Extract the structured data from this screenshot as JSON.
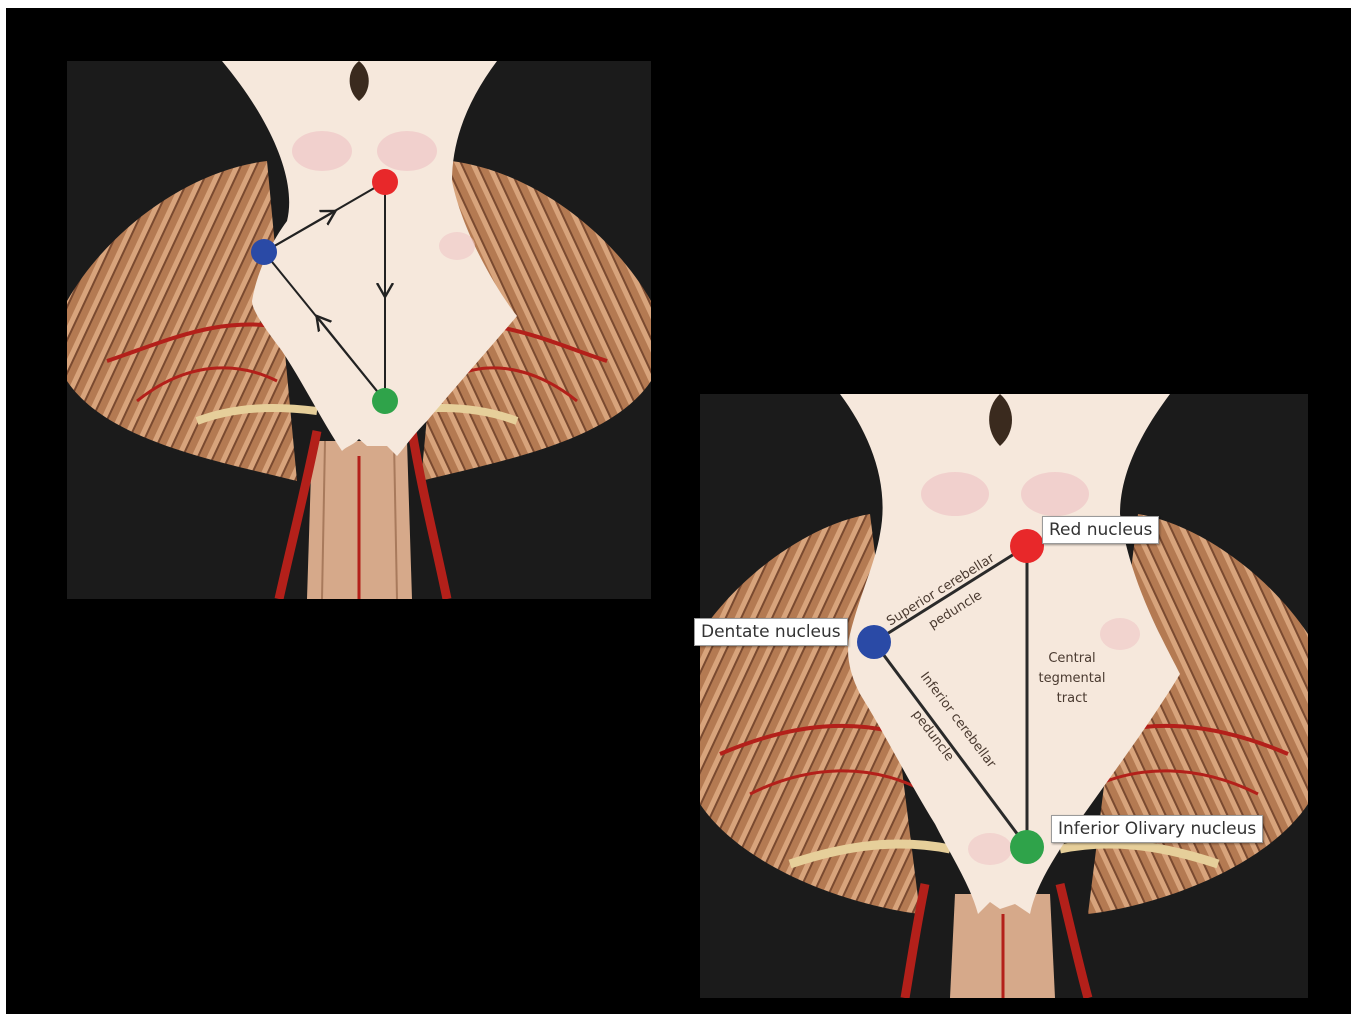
{
  "labels": {
    "red_nucleus": "Red nucleus",
    "dentate_nucleus": "Dentate nucleus",
    "inferior_olivary_nucleus": "Inferior Olivary nucleus",
    "superior_peduncle_line1": "Superior cerebellar",
    "superior_peduncle_line2": "peduncle",
    "inferior_peduncle_line1": "Inferior cerebellar",
    "inferior_peduncle_line2": "peduncle",
    "central_tract_line1": "Central",
    "central_tract_line2": "tegmental",
    "central_tract_line3": "tract"
  },
  "colors": {
    "background": "#000000",
    "brainstem": "#f6e8dc",
    "cerebellum": "#b47a52",
    "artery": "#b3201a",
    "red_nucleus": "#e8282a",
    "dentate_nucleus": "#2a4aa6",
    "olivary_nucleus": "#2fa34a",
    "pathway_line": "#2a2a2a"
  },
  "icons": {
    "red_node": "red-nucleus-dot",
    "blue_node": "dentate-nucleus-dot",
    "green_node": "olivary-nucleus-dot"
  }
}
